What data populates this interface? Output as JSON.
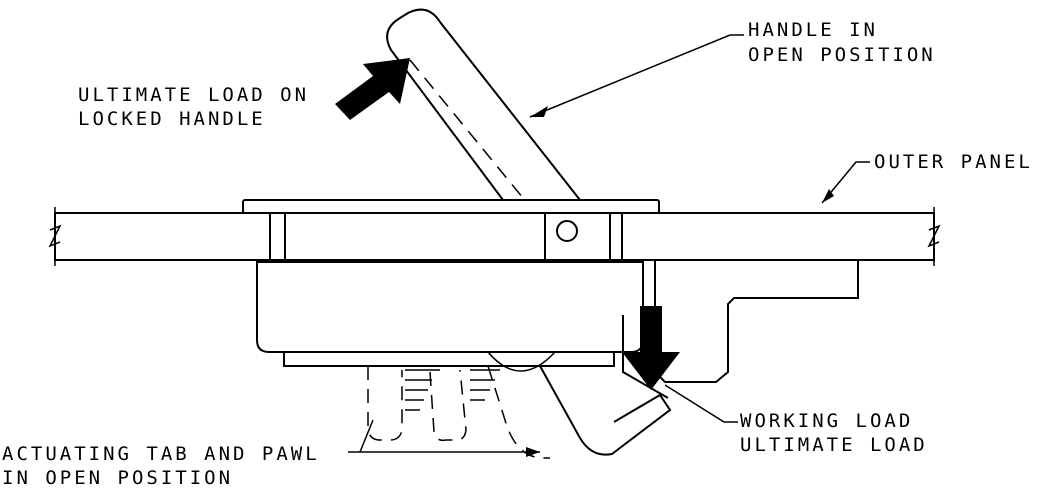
{
  "labels": {
    "handle_open_1": "HANDLE IN",
    "handle_open_2": "OPEN POSITION",
    "ultimate_load_1": "ULTIMATE LOAD ON",
    "ultimate_load_2": "LOCKED HANDLE",
    "outer_panel": "OUTER PANEL",
    "working_load_1": "WORKING LOAD",
    "working_load_2": "ULTIMATE LOAD",
    "actuating_1": "ACTUATING TAB AND PAWL",
    "actuating_2": "IN OPEN POSITION"
  }
}
